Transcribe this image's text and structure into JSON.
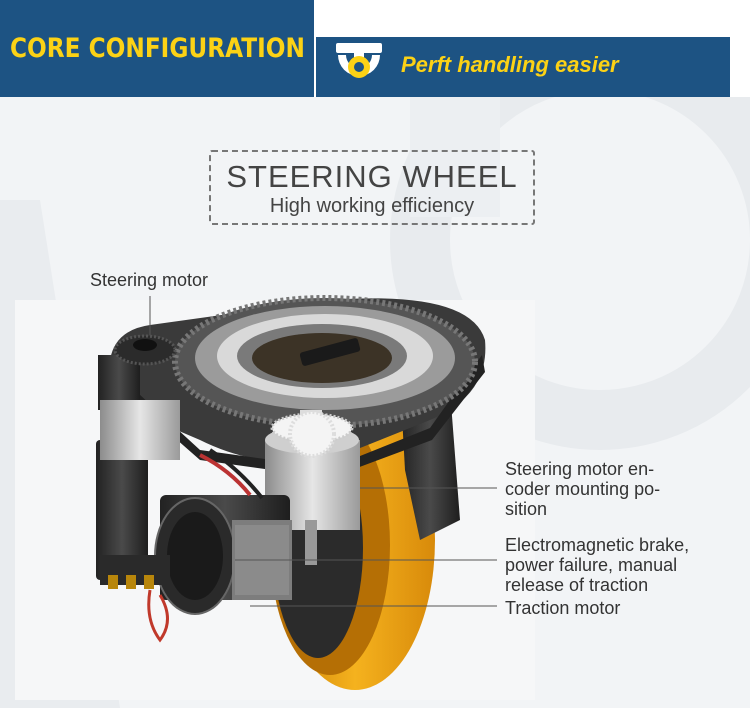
{
  "header": {
    "title": "CORE CONFIGURATION",
    "tagline": "Perft handling easier",
    "brand_icon": "wheel-logo-icon",
    "colors": {
      "navy": "#1d5383",
      "yellow": "#fcd215"
    }
  },
  "section": {
    "title": "STEERING WHEEL",
    "subtitle": "High working efficiency"
  },
  "callouts": {
    "steering_motor": "Steering motor",
    "encoder": [
      "Steering motor en-",
      "coder mounting po-",
      "sition"
    ],
    "brake": [
      "Electromagnetic brake,",
      "power failure, manual",
      "release of traction"
    ],
    "traction": "Traction motor"
  },
  "product_image": "steering-drive-wheel-assembly"
}
